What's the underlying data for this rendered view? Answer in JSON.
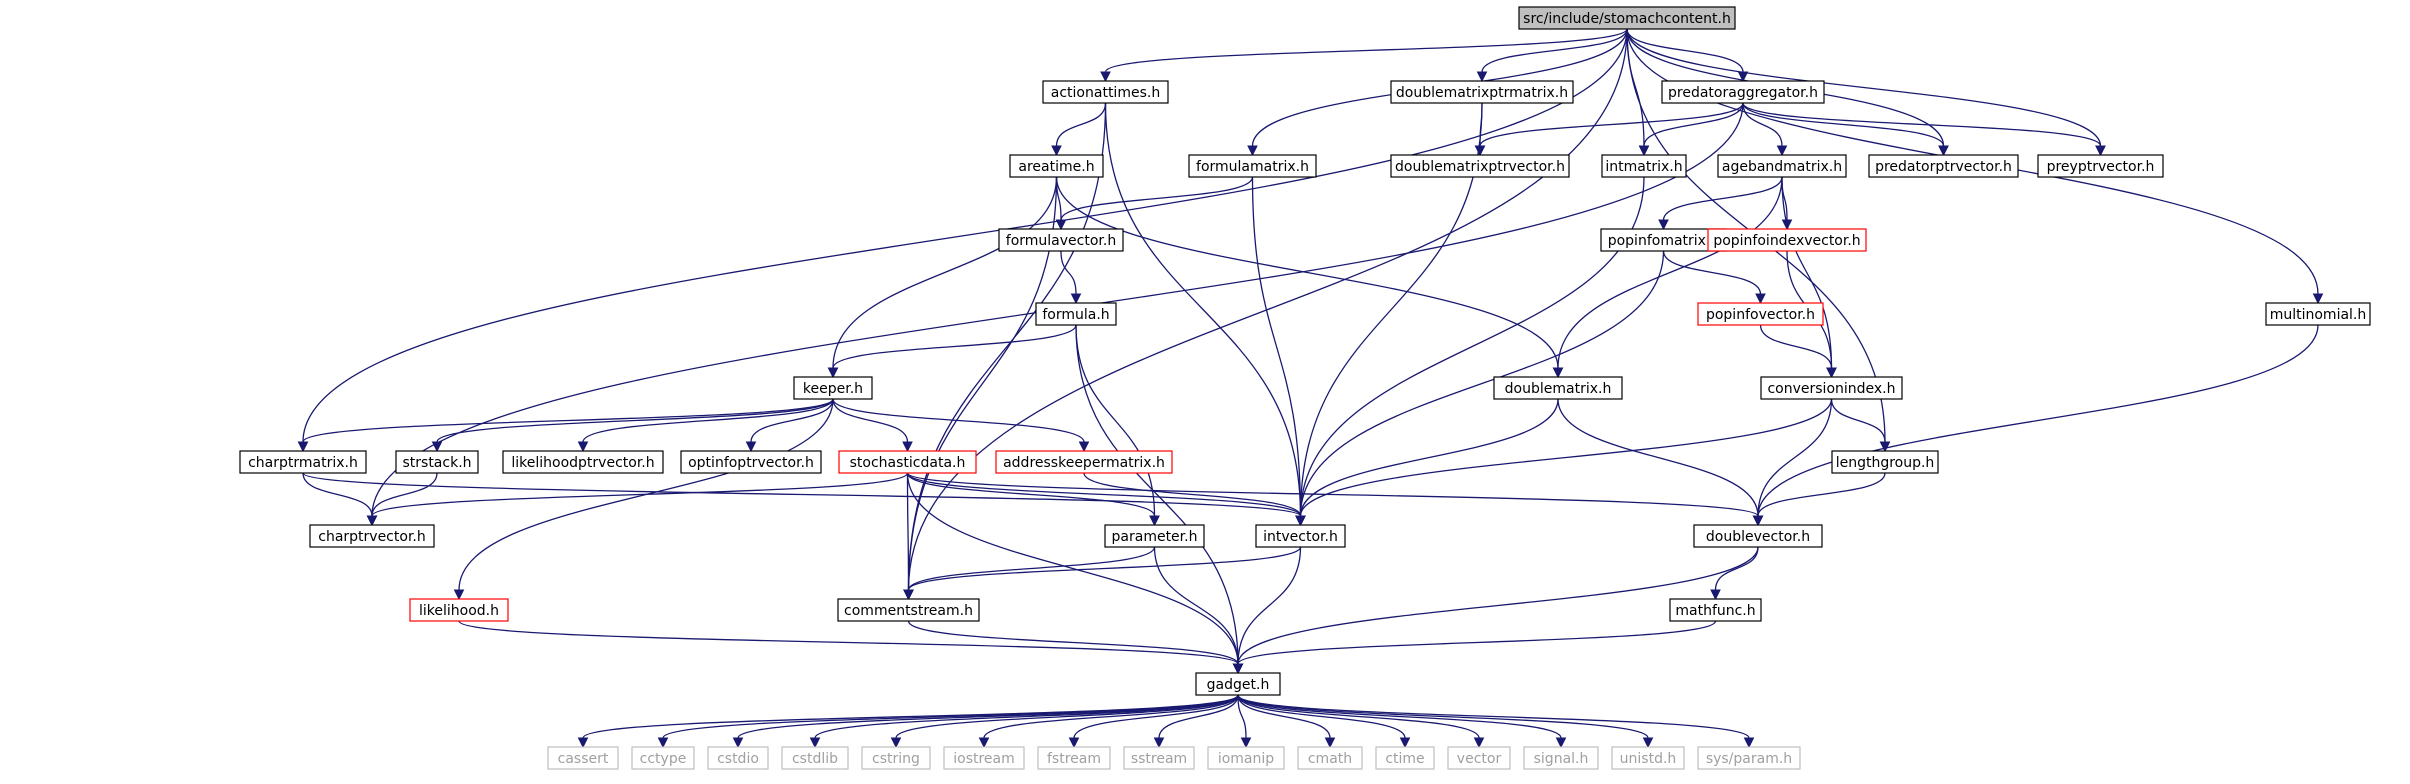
{
  "title": "src/include/stomachcontent.h",
  "colors": {
    "edge": "#191970",
    "root_fill": "#bfbfbf",
    "node_border": "#000000",
    "truncated_border": "#ff0000",
    "system_border": "#bfbfbf",
    "system_text": "#a0a0a0"
  },
  "nodes": [
    {
      "id": "stomachcontent",
      "label": "src/include/stomachcontent.h",
      "style": "root"
    },
    {
      "id": "actionattimes",
      "label": "actionattimes.h",
      "style": "normal"
    },
    {
      "id": "doublematrixptrmatrix",
      "label": "doublematrixptrmatrix.h",
      "style": "normal"
    },
    {
      "id": "predatoraggregator",
      "label": "predatoraggregator.h",
      "style": "normal"
    },
    {
      "id": "areatime",
      "label": "areatime.h",
      "style": "normal"
    },
    {
      "id": "formulamatrix",
      "label": "formulamatrix.h",
      "style": "normal"
    },
    {
      "id": "doublematrixptrvector",
      "label": "doublematrixptrvector.h",
      "style": "normal"
    },
    {
      "id": "intmatrix",
      "label": "intmatrix.h",
      "style": "normal"
    },
    {
      "id": "agebandmatrix",
      "label": "agebandmatrix.h",
      "style": "normal"
    },
    {
      "id": "predatorptrvector",
      "label": "predatorptrvector.h",
      "style": "normal"
    },
    {
      "id": "preyptrvector",
      "label": "preyptrvector.h",
      "style": "normal"
    },
    {
      "id": "formulavector",
      "label": "formulavector.h",
      "style": "normal"
    },
    {
      "id": "popinfomatrix",
      "label": "popinfomatrix.h",
      "style": "normal"
    },
    {
      "id": "popinfoindexvector",
      "label": "popinfoindexvector.h",
      "style": "red"
    },
    {
      "id": "formula",
      "label": "formula.h",
      "style": "normal"
    },
    {
      "id": "popinfovector",
      "label": "popinfovector.h",
      "style": "red"
    },
    {
      "id": "multinomial",
      "label": "multinomial.h",
      "style": "normal"
    },
    {
      "id": "keeper",
      "label": "keeper.h",
      "style": "normal"
    },
    {
      "id": "doublematrix",
      "label": "doublematrix.h",
      "style": "normal"
    },
    {
      "id": "conversionindex",
      "label": "conversionindex.h",
      "style": "normal"
    },
    {
      "id": "charptrmatrix",
      "label": "charptrmatrix.h",
      "style": "normal"
    },
    {
      "id": "strstack",
      "label": "strstack.h",
      "style": "normal"
    },
    {
      "id": "likelihoodptrvector",
      "label": "likelihoodptrvector.h",
      "style": "normal"
    },
    {
      "id": "optinfoptrvector",
      "label": "optinfoptrvector.h",
      "style": "normal"
    },
    {
      "id": "stochasticdata",
      "label": "stochasticdata.h",
      "style": "red"
    },
    {
      "id": "addresskeepermatrix",
      "label": "addresskeepermatrix.h",
      "style": "red"
    },
    {
      "id": "lengthgroup",
      "label": "lengthgroup.h",
      "style": "normal"
    },
    {
      "id": "charptrvector",
      "label": "charptrvector.h",
      "style": "normal"
    },
    {
      "id": "parameter",
      "label": "parameter.h",
      "style": "normal"
    },
    {
      "id": "intvector",
      "label": "intvector.h",
      "style": "normal"
    },
    {
      "id": "doublevector",
      "label": "doublevector.h",
      "style": "normal"
    },
    {
      "id": "likelihood",
      "label": "likelihood.h",
      "style": "red"
    },
    {
      "id": "commentstream",
      "label": "commentstream.h",
      "style": "normal"
    },
    {
      "id": "mathfunc",
      "label": "mathfunc.h",
      "style": "normal"
    },
    {
      "id": "gadget",
      "label": "gadget.h",
      "style": "normal"
    },
    {
      "id": "cassert",
      "label": "cassert",
      "style": "grey"
    },
    {
      "id": "cctype",
      "label": "cctype",
      "style": "grey"
    },
    {
      "id": "cstdio",
      "label": "cstdio",
      "style": "grey"
    },
    {
      "id": "cstdlib",
      "label": "cstdlib",
      "style": "grey"
    },
    {
      "id": "cstring",
      "label": "cstring",
      "style": "grey"
    },
    {
      "id": "iostream",
      "label": "iostream",
      "style": "grey"
    },
    {
      "id": "fstream",
      "label": "fstream",
      "style": "grey"
    },
    {
      "id": "sstream",
      "label": "sstream",
      "style": "grey"
    },
    {
      "id": "iomanip",
      "label": "iomanip",
      "style": "grey"
    },
    {
      "id": "cmath",
      "label": "cmath",
      "style": "grey"
    },
    {
      "id": "ctime",
      "label": "ctime",
      "style": "grey"
    },
    {
      "id": "vector",
      "label": "vector",
      "style": "grey"
    },
    {
      "id": "signal",
      "label": "signal.h",
      "style": "grey"
    },
    {
      "id": "unistd",
      "label": "unistd.h",
      "style": "grey"
    },
    {
      "id": "sysparam",
      "label": "sys/param.h",
      "style": "grey"
    }
  ],
  "edges": [
    [
      "stomachcontent",
      "actionattimes"
    ],
    [
      "stomachcontent",
      "doublematrixptrmatrix"
    ],
    [
      "stomachcontent",
      "predatoraggregator"
    ],
    [
      "stomachcontent",
      "formulamatrix"
    ],
    [
      "stomachcontent",
      "intmatrix"
    ],
    [
      "stomachcontent",
      "predatorptrvector"
    ],
    [
      "stomachcontent",
      "preyptrvector"
    ],
    [
      "stomachcontent",
      "multinomial"
    ],
    [
      "stomachcontent",
      "lengthgroup"
    ],
    [
      "stomachcontent",
      "charptrmatrix"
    ],
    [
      "stomachcontent",
      "commentstream"
    ],
    [
      "actionattimes",
      "areatime"
    ],
    [
      "actionattimes",
      "intvector"
    ],
    [
      "actionattimes",
      "commentstream"
    ],
    [
      "doublematrixptrmatrix",
      "doublematrixptrvector"
    ],
    [
      "doublematrixptrmatrix",
      "intvector"
    ],
    [
      "predatoraggregator",
      "doublematrixptrvector"
    ],
    [
      "predatoraggregator",
      "intmatrix"
    ],
    [
      "predatoraggregator",
      "agebandmatrix"
    ],
    [
      "predatoraggregator",
      "predatorptrvector"
    ],
    [
      "predatoraggregator",
      "preyptrvector"
    ],
    [
      "predatoraggregator",
      "charptrvector"
    ],
    [
      "areatime",
      "formulavector"
    ],
    [
      "areatime",
      "keeper"
    ],
    [
      "areatime",
      "doublematrix"
    ],
    [
      "areatime",
      "commentstream"
    ],
    [
      "formulamatrix",
      "formulavector"
    ],
    [
      "formulamatrix",
      "intvector"
    ],
    [
      "intmatrix",
      "intvector"
    ],
    [
      "agebandmatrix",
      "popinfomatrix"
    ],
    [
      "agebandmatrix",
      "popinfoindexvector"
    ],
    [
      "agebandmatrix",
      "doublematrix"
    ],
    [
      "agebandmatrix",
      "conversionindex"
    ],
    [
      "formulavector",
      "formula"
    ],
    [
      "formula",
      "keeper"
    ],
    [
      "formula",
      "parameter"
    ],
    [
      "formula",
      "gadget"
    ],
    [
      "popinfomatrix",
      "popinfovector"
    ],
    [
      "popinfomatrix",
      "intvector"
    ],
    [
      "popinfoindexvector",
      "conversionindex"
    ],
    [
      "popinfovector",
      "conversionindex"
    ],
    [
      "multinomial",
      "doublevector"
    ],
    [
      "keeper",
      "strstack"
    ],
    [
      "keeper",
      "likelihoodptrvector"
    ],
    [
      "keeper",
      "optinfoptrvector"
    ],
    [
      "keeper",
      "stochasticdata"
    ],
    [
      "keeper",
      "addresskeepermatrix"
    ],
    [
      "keeper",
      "charptrmatrix"
    ],
    [
      "keeper",
      "likelihood"
    ],
    [
      "doublematrix",
      "intvector"
    ],
    [
      "doublematrix",
      "doublevector"
    ],
    [
      "conversionindex",
      "lengthgroup"
    ],
    [
      "conversionindex",
      "doublevector"
    ],
    [
      "conversionindex",
      "intvector"
    ],
    [
      "charptrmatrix",
      "charptrvector"
    ],
    [
      "charptrmatrix",
      "intvector"
    ],
    [
      "strstack",
      "charptrvector"
    ],
    [
      "stochasticdata",
      "charptrvector"
    ],
    [
      "stochasticdata",
      "parameter"
    ],
    [
      "stochasticdata",
      "intvector"
    ],
    [
      "stochasticdata",
      "doublevector"
    ],
    [
      "stochasticdata",
      "commentstream"
    ],
    [
      "stochasticdata",
      "gadget"
    ],
    [
      "addresskeepermatrix",
      "intvector"
    ],
    [
      "lengthgroup",
      "doublevector"
    ],
    [
      "parameter",
      "commentstream"
    ],
    [
      "parameter",
      "gadget"
    ],
    [
      "intvector",
      "commentstream"
    ],
    [
      "intvector",
      "gadget"
    ],
    [
      "doublevector",
      "mathfunc"
    ],
    [
      "doublevector",
      "gadget"
    ],
    [
      "likelihood",
      "gadget"
    ],
    [
      "commentstream",
      "gadget"
    ],
    [
      "mathfunc",
      "gadget"
    ],
    [
      "gadget",
      "cassert"
    ],
    [
      "gadget",
      "cctype"
    ],
    [
      "gadget",
      "cstdio"
    ],
    [
      "gadget",
      "cstdlib"
    ],
    [
      "gadget",
      "cstring"
    ],
    [
      "gadget",
      "iostream"
    ],
    [
      "gadget",
      "fstream"
    ],
    [
      "gadget",
      "sstream"
    ],
    [
      "gadget",
      "iomanip"
    ],
    [
      "gadget",
      "cmath"
    ],
    [
      "gadget",
      "ctime"
    ],
    [
      "gadget",
      "vector"
    ],
    [
      "gadget",
      "signal"
    ],
    [
      "gadget",
      "unistd"
    ],
    [
      "gadget",
      "sysparam"
    ]
  ]
}
